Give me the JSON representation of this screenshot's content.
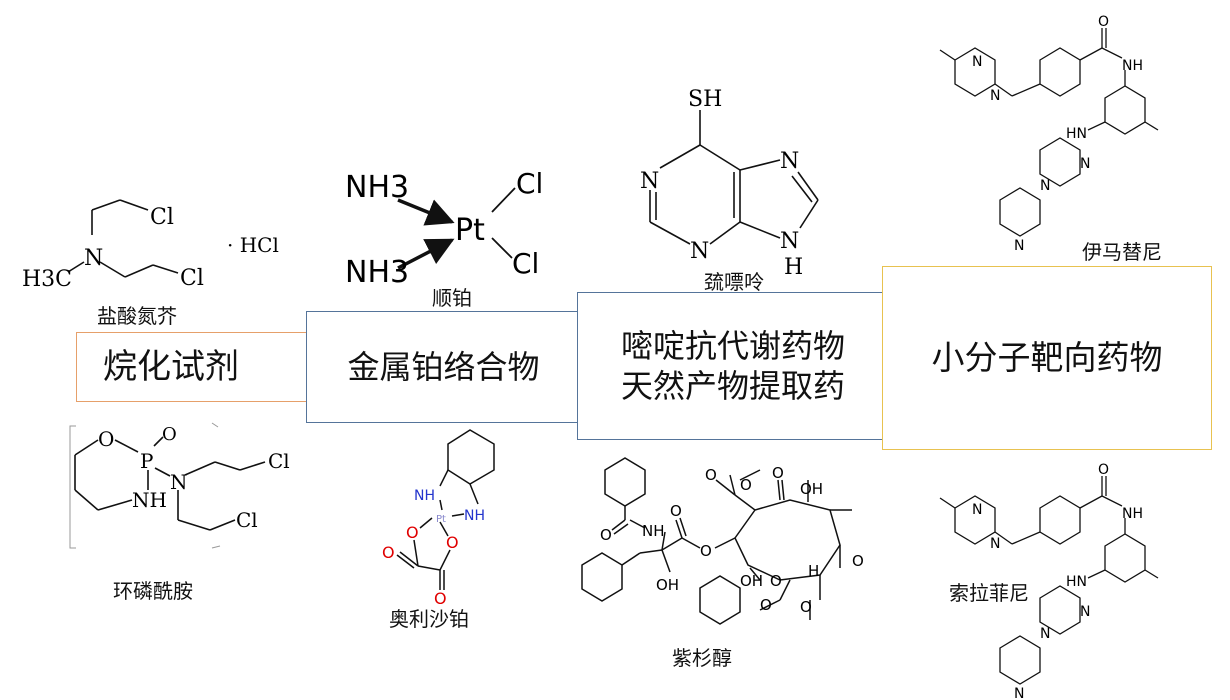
{
  "categories": {
    "alkylating": "烷化试剂",
    "platinum": "金属铂络合物",
    "antimetabolite": "嘧啶抗代谢药物",
    "natural": "天然产物提取药",
    "targeted": "小分子靶向药物"
  },
  "drugs": {
    "chlormethine": "盐酸氮芥",
    "cyclophosphamide": "环磷酰胺",
    "cisplatin": "顺铂",
    "oxaliplatin": "奥利沙铂",
    "mercaptopurine": "巯嘌呤",
    "paclitaxel": "紫杉醇",
    "imatinib": "伊马替尼",
    "nilotinib": "索拉菲尼"
  },
  "atoms": {
    "cl": "Cl",
    "n": "N",
    "h3c": "H3C",
    "hcl": "· HCl",
    "o": "O",
    "p": "P",
    "nh": "NH",
    "nh3": "NH3",
    "pt": "Pt",
    "sh": "SH",
    "h": "H",
    "hn": "HN",
    "oh": "OH"
  },
  "colors": {
    "alkylating_border": "#e6a06a",
    "platinum_border": "#55749a",
    "antimetabolite_border": "#55749a",
    "targeted_border": "#e8c250",
    "oxygen": "#e00000",
    "nitrogen": "#2233cc"
  }
}
